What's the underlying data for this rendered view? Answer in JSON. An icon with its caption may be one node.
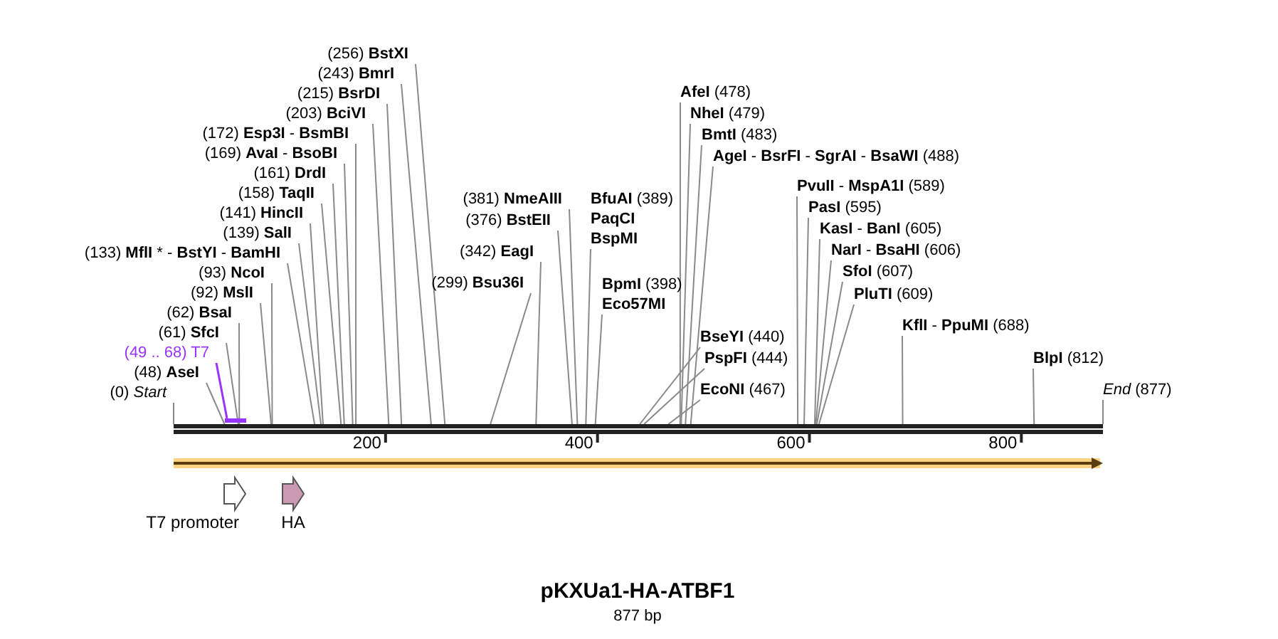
{
  "diagram": {
    "title": "pKXUa1-HA-ATBF1",
    "caption": "877 bp",
    "nodes": [
      {
        "text": [
          "(172) **Esp3I** - **BsmBI**"
        ]
      },
      {
        "text": [
          "(169) **AvaI** - **BsoBI**"
        ]
      },
      {
        "text": [
          "(161) **DrdI**"
        ]
      },
      {
        "text": [
          "(158) **TaqII**"
        ]
      },
      {
        "text": [
          "(141) **HincII**"
        ]
      },
      {
        "text": [
          "(139) **SalI**"
        ]
      },
      {
        "text": [
          "(133) **MflI** * - **BstYI** - **BamHI**"
        ]
      },
      {
        "text": [
          "(93) **NcoI**"
        ]
      },
      {
        "text": [
          "(92) **MslI**"
        ]
      },
      {
        "text": [
          "(62) **BsaI**"
        ]
      },
      {
        "text": [
          "(61) **SfcI**"
        ]
      },
      {
        "text": [
          "(49 .. 68) T7"
        ]
      },
      {
        "text": [
          "(48) **AseI**"
        ]
      },
      {
        "text": [
          "(0) *Start*"
        ]
      },
      {
        "text": [
          "(203) **BciVI**"
        ]
      },
      {
        "text": [
          "(215) **BsrDI**"
        ]
      },
      {
        "text": [
          "(243) **BmrI**"
        ]
      },
      {
        "text": [
          "(256) **BstXI**"
        ]
      },
      {
        "text": [
          "(299) **Bsu36I**"
        ]
      },
      {
        "text": [
          "(342) **EagI**"
        ]
      },
      {
        "text": [
          "(376) **BstEII**"
        ]
      },
      {
        "text": [
          "(381) **NmeAIII**"
        ]
      },
      {
        "text": [
          "**BfuAI** (389)",
          "**PaqCI**",
          "**BspMI**"
        ]
      },
      {
        "text": [
          "**BpmI** (398)",
          "**Eco57MI**"
        ]
      },
      {
        "text": [
          "**BseYI** (440)"
        ]
      },
      {
        "text": [
          "**PspFI** (444)"
        ]
      },
      {
        "text": [
          "**EcoNI** (467)"
        ]
      },
      {
        "text": [
          "**AfeI** (478)"
        ]
      },
      {
        "text": [
          "**NheI** (479)"
        ]
      },
      {
        "text": [
          "**BmtI** (483)"
        ]
      },
      {
        "text": [
          "**AgeI** - **BsrFI** - **SgrAI** - **BsaWI** (488)"
        ]
      },
      {
        "text": [
          "**PvuII** - **MspA1I** (589)"
        ]
      },
      {
        "text": [
          "**PasI** (595)"
        ]
      },
      {
        "text": [
          "**KasI** - **BanI** (605)"
        ]
      },
      {
        "text": [
          "**NarI** - **BsaHI** (606)"
        ]
      },
      {
        "text": [
          "**SfoI** (607)"
        ]
      },
      {
        "text": [
          "**PluTI** (609)"
        ]
      },
      {
        "text": [
          "**KflI** - **PpuMI** (688)"
        ]
      },
      {
        "text": [
          "**BlpI** (812)"
        ]
      },
      {
        "text": [
          "*End* (877)"
        ]
      },
      {
        "text": [],
        "shape": "bar"
      },
      {
        "text": [
          "T7 promoter"
        ]
      },
      {
        "text": [
          "HA"
        ]
      },
      {
        "text": [],
        "shape": "bar"
      }
    ],
    "edges": [
      {
        "from": 0,
        "to": 43,
        "arrow": "none"
      },
      {
        "from": 1,
        "to": 43,
        "arrow": "none"
      },
      {
        "from": 2,
        "to": 43,
        "arrow": "none"
      },
      {
        "from": 3,
        "to": 43,
        "arrow": "none"
      },
      {
        "from": 4,
        "to": 43,
        "arrow": "none"
      },
      {
        "from": 5,
        "to": 43,
        "arrow": "none"
      },
      {
        "from": 6,
        "to": 43,
        "arrow": "none"
      },
      {
        "from": 7,
        "to": 43,
        "arrow": "none"
      },
      {
        "from": 8,
        "to": 43,
        "arrow": "none"
      },
      {
        "from": 9,
        "to": 43,
        "arrow": "none"
      },
      {
        "from": 10,
        "to": 43,
        "arrow": "none"
      },
      {
        "from": 11,
        "to": 40,
        "arrow": "none",
        "color": "#9933ff"
      },
      {
        "from": 12,
        "to": 43,
        "arrow": "none"
      },
      {
        "from": 13,
        "to": 43,
        "arrow": "none"
      },
      {
        "from": 14,
        "to": 43,
        "arrow": "none"
      },
      {
        "from": 15,
        "to": 43,
        "arrow": "none"
      },
      {
        "from": 16,
        "to": 43,
        "arrow": "none"
      },
      {
        "from": 17,
        "to": 43,
        "arrow": "none"
      },
      {
        "from": 18,
        "to": 43,
        "arrow": "none"
      },
      {
        "from": 19,
        "to": 43,
        "arrow": "none"
      },
      {
        "from": 20,
        "to": 43,
        "arrow": "none"
      },
      {
        "from": 21,
        "to": 43,
        "arrow": "none"
      },
      {
        "from": 22,
        "to": 43,
        "arrow": "none"
      },
      {
        "from": 23,
        "to": 43,
        "arrow": "none"
      },
      {
        "from": 24,
        "to": 43,
        "arrow": "none"
      },
      {
        "from": 25,
        "to": 43,
        "arrow": "none"
      },
      {
        "from": 26,
        "to": 43,
        "arrow": "none"
      },
      {
        "from": 27,
        "to": 43,
        "arrow": "none"
      },
      {
        "from": 28,
        "to": 43,
        "arrow": "none"
      },
      {
        "from": 29,
        "to": 43,
        "arrow": "none"
      },
      {
        "from": 30,
        "to": 43,
        "arrow": "none"
      },
      {
        "from": 31,
        "to": 43,
        "arrow": "none"
      },
      {
        "from": 32,
        "to": 43,
        "arrow": "none"
      },
      {
        "from": 33,
        "to": 43,
        "arrow": "none"
      },
      {
        "from": 34,
        "to": 43,
        "arrow": "none"
      },
      {
        "from": 35,
        "to": 43,
        "arrow": "none"
      },
      {
        "from": 36,
        "to": 43,
        "arrow": "none"
      },
      {
        "from": 37,
        "to": 43,
        "arrow": "none"
      },
      {
        "from": 38,
        "to": 43,
        "arrow": "none"
      },
      {
        "from": 39,
        "to": 43,
        "arrow": "none"
      }
    ],
    "labels": [
      "200",
      "400",
      "600",
      "800"
    ]
  }
}
